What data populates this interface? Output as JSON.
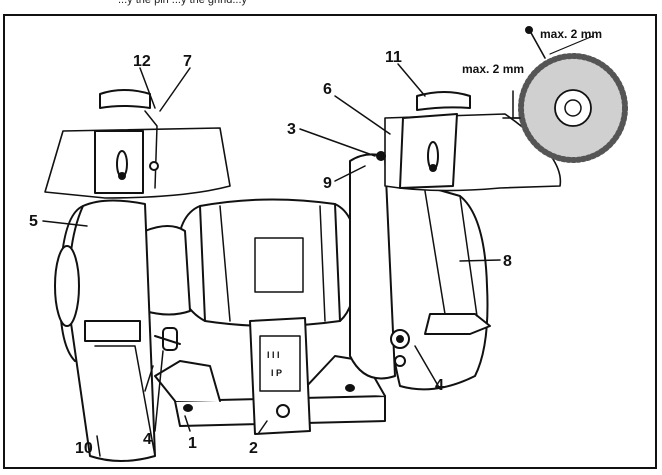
{
  "caption": "...y the pin ...y the grind...y",
  "callouts": {
    "c1": "1",
    "c2": "2",
    "c3": "3",
    "c4a": "4",
    "c4b": "4",
    "c5": "5",
    "c6": "6",
    "c7": "7",
    "c8": "8",
    "c9": "9",
    "c10": "10",
    "c11": "11",
    "c12": "12"
  },
  "detail": {
    "gap_label_a": "max. 2 mm",
    "gap_label_b": "max. 2 mm"
  },
  "switch": {
    "glyph_top": "I I I",
    "glyph_bottom": "I P"
  },
  "colors": {
    "ink": "#111111",
    "paper": "#ffffff"
  }
}
